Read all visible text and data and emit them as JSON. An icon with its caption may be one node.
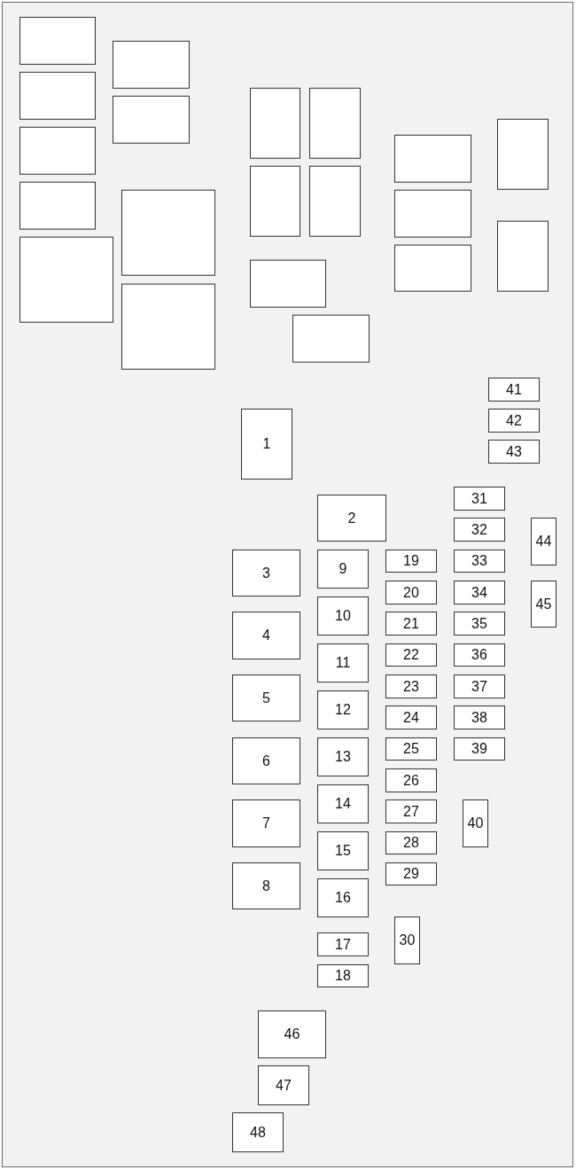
{
  "diagram": {
    "nodes": [
      {
        "text": [],
        "shape": "box"
      },
      {
        "text": [],
        "shape": "box",
        "in": 0
      },
      {
        "text": [],
        "shape": "box",
        "in": 0
      },
      {
        "text": [],
        "shape": "box",
        "in": 0
      },
      {
        "text": [],
        "shape": "box",
        "in": 0
      },
      {
        "text": [],
        "shape": "box",
        "in": 0
      },
      {
        "text": [],
        "shape": "box",
        "in": 0
      },
      {
        "text": [],
        "shape": "box",
        "in": 0
      },
      {
        "text": [],
        "shape": "box",
        "in": 0
      },
      {
        "text": [],
        "shape": "box",
        "in": 0
      },
      {
        "text": [],
        "shape": "box",
        "in": 0
      },
      {
        "text": [],
        "shape": "box",
        "in": 0
      },
      {
        "text": [],
        "shape": "box",
        "in": 0
      },
      {
        "text": [],
        "shape": "box",
        "in": 0
      },
      {
        "text": [],
        "shape": "box",
        "in": 0
      },
      {
        "text": [],
        "shape": "box",
        "in": 0
      },
      {
        "text": [],
        "shape": "box",
        "in": 0
      },
      {
        "text": [],
        "shape": "box",
        "in": 0
      },
      {
        "text": [],
        "shape": "box",
        "in": 0
      },
      {
        "text": [],
        "shape": "box",
        "in": 0
      },
      {
        "text": [],
        "shape": "box",
        "in": 0
      },
      {
        "text": [
          "1"
        ],
        "in": 0
      },
      {
        "text": [
          "2"
        ],
        "in": 0
      },
      {
        "text": [
          "3"
        ],
        "in": 0
      },
      {
        "text": [
          "4"
        ],
        "in": 0
      },
      {
        "text": [
          "5"
        ],
        "in": 0
      },
      {
        "text": [
          "6"
        ],
        "in": 0
      },
      {
        "text": [
          "7"
        ],
        "in": 0
      },
      {
        "text": [
          "8"
        ],
        "in": 0
      },
      {
        "text": [
          "9"
        ],
        "in": 0
      },
      {
        "text": [
          "10"
        ],
        "in": 0
      },
      {
        "text": [
          "11"
        ],
        "in": 0
      },
      {
        "text": [
          "12"
        ],
        "in": 0
      },
      {
        "text": [
          "13"
        ],
        "in": 0
      },
      {
        "text": [
          "14"
        ],
        "in": 0
      },
      {
        "text": [
          "15"
        ],
        "in": 0
      },
      {
        "text": [
          "16"
        ],
        "in": 0
      },
      {
        "text": [
          "17"
        ],
        "in": 0
      },
      {
        "text": [
          "18"
        ],
        "in": 0
      },
      {
        "text": [
          "19"
        ],
        "in": 0
      },
      {
        "text": [
          "20"
        ],
        "in": 0
      },
      {
        "text": [
          "21"
        ],
        "in": 0
      },
      {
        "text": [
          "22"
        ],
        "in": 0
      },
      {
        "text": [
          "23"
        ],
        "in": 0
      },
      {
        "text": [
          "24"
        ],
        "in": 0
      },
      {
        "text": [
          "25"
        ],
        "in": 0
      },
      {
        "text": [
          "26"
        ],
        "in": 0
      },
      {
        "text": [
          "27"
        ],
        "in": 0
      },
      {
        "text": [
          "28"
        ],
        "in": 0
      },
      {
        "text": [
          "29"
        ],
        "in": 0
      },
      {
        "text": [
          "30"
        ],
        "in": 0
      },
      {
        "text": [
          "31"
        ],
        "in": 0
      },
      {
        "text": [
          "32"
        ],
        "in": 0
      },
      {
        "text": [
          "33"
        ],
        "in": 0
      },
      {
        "text": [
          "34"
        ],
        "in": 0
      },
      {
        "text": [
          "35"
        ],
        "in": 0
      },
      {
        "text": [
          "36"
        ],
        "in": 0
      },
      {
        "text": [
          "37"
        ],
        "in": 0
      },
      {
        "text": [
          "38"
        ],
        "in": 0
      },
      {
        "text": [
          "39"
        ],
        "in": 0
      },
      {
        "text": [
          "40"
        ],
        "in": 0
      },
      {
        "text": [
          "41"
        ],
        "in": 0
      },
      {
        "text": [
          "42"
        ],
        "in": 0
      },
      {
        "text": [
          "43"
        ],
        "in": 0
      },
      {
        "text": [
          "44"
        ],
        "in": 0
      },
      {
        "text": [
          "45"
        ],
        "in": 0
      },
      {
        "text": [
          "46"
        ],
        "in": 0
      },
      {
        "text": [
          "47"
        ],
        "in": 0
      },
      {
        "text": [
          "48"
        ],
        "in": 0
      }
    ]
  }
}
